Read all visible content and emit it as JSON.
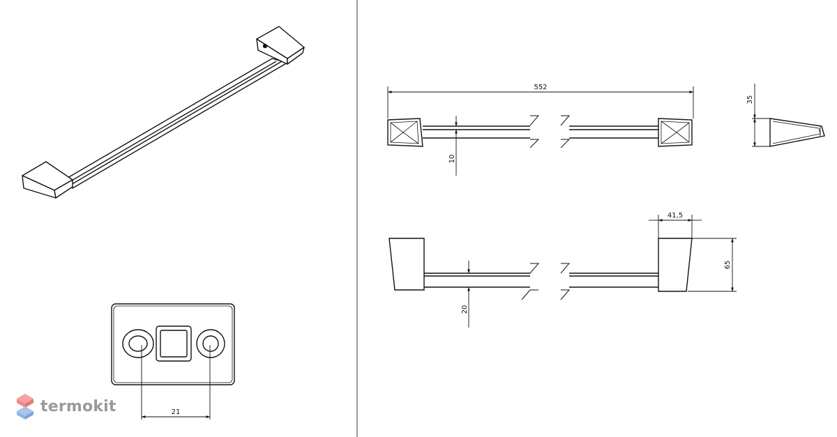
{
  "dimensions": {
    "length": "552",
    "height_side": "35",
    "rail_thickness": "10",
    "rail_depth": "20",
    "bracket_width": "41,5",
    "bracket_depth": "65",
    "hole_spacing": "21"
  },
  "brand": {
    "name": "termokit",
    "colors": {
      "top": "#f08a8a",
      "bottom": "#8fb3e6",
      "text": "#9a9a9a"
    }
  }
}
